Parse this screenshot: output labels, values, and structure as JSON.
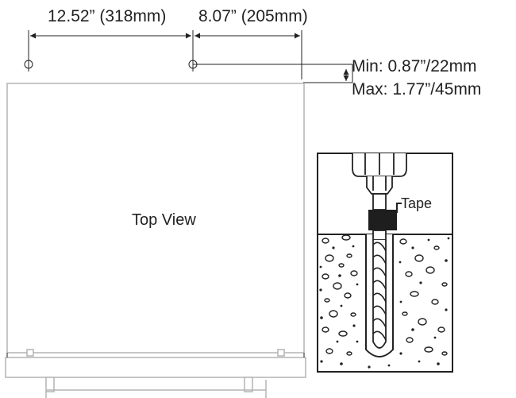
{
  "dimensions": {
    "left_spacing": "12.52” (318mm)",
    "right_spacing": "8.07” (205mm)",
    "min_offset": "Min: 0.87”/22mm",
    "max_offset": "Max: 1.77”/45mm"
  },
  "top_view_label": "Top View",
  "detail": {
    "tape_label": "Tape"
  }
}
